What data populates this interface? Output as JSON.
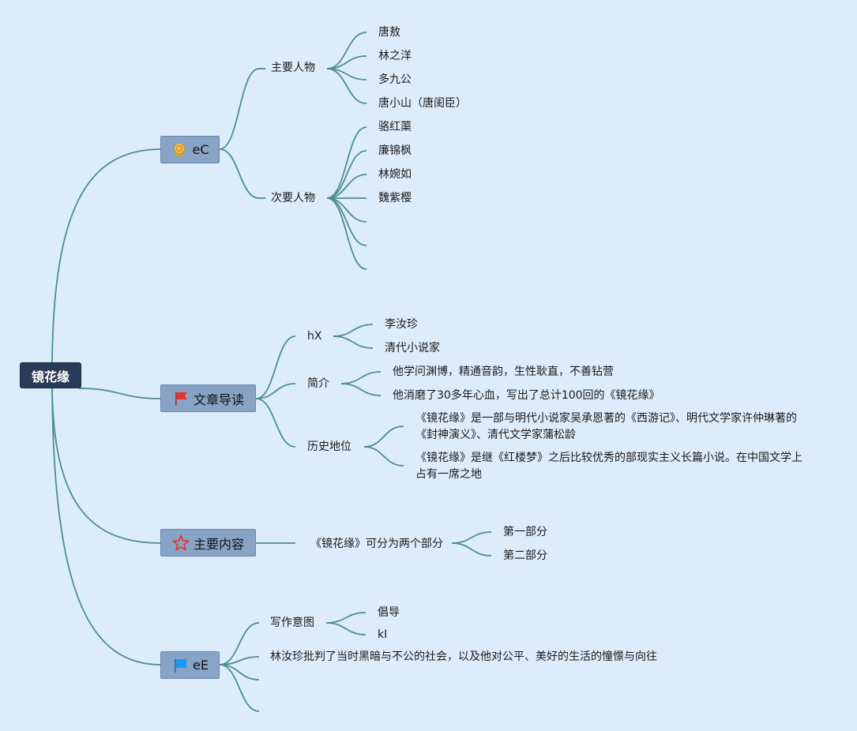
{
  "root": {
    "label": "镜花缘"
  },
  "branches": {
    "characters": {
      "label": "eC",
      "icon": "award-ribbon-icon",
      "main_roles": {
        "label": "主要人物",
        "items": [
          "唐敖",
          "林之洋",
          "多九公",
          "唐小山（唐闺臣）"
        ]
      },
      "minor_roles": {
        "label": "次要人物",
        "items": [
          "骆红蕖",
          "廉锦枫",
          "林婉如",
          "魏紫樱",
          "",
          "",
          ""
        ]
      }
    },
    "reading_guide": {
      "label": "文章导读",
      "icon": "red-flag-icon",
      "hx": {
        "label": "hX",
        "items": [
          "李汝珍",
          "清代小说家"
        ]
      },
      "intro": {
        "label": "简介",
        "items": [
          "他学问渊博，精通音韵，生性耿直，不善钻营",
          "他消磨了30多年心血，写出了总计100回的《镜花缘》"
        ]
      },
      "status": {
        "label": "历史地位",
        "items": [
          "《镜花缘》是一部与明代小说家吴承恩著的《西游记》、明代文学家许仲琳著的《封神演义》、清代文学家蒲松龄",
          "《镜花缘》是继《红楼梦》之后比较优秀的部现实主义长篇小说。在中国文学上占有一席之地"
        ]
      }
    },
    "content": {
      "label": "主要内容",
      "icon": "star-outline-icon",
      "division": {
        "label": "《镜花缘》可分为两个部分",
        "items": [
          "第一部分",
          "第二部分"
        ]
      }
    },
    "ee": {
      "label": "eE",
      "icon": "blue-flag-icon",
      "intent": {
        "label": "写作意图",
        "items": [
          "倡导",
          "kI"
        ]
      },
      "criticism": "林汝珍批判了当时黑暗与不公的社会，以及他对公平、美好的生活的憧憬与向往"
    }
  },
  "colors": {
    "edge": "#4f8e8c",
    "background": "#ddecfb",
    "root": "#2a3b57",
    "main_node": "#87a4c6"
  }
}
